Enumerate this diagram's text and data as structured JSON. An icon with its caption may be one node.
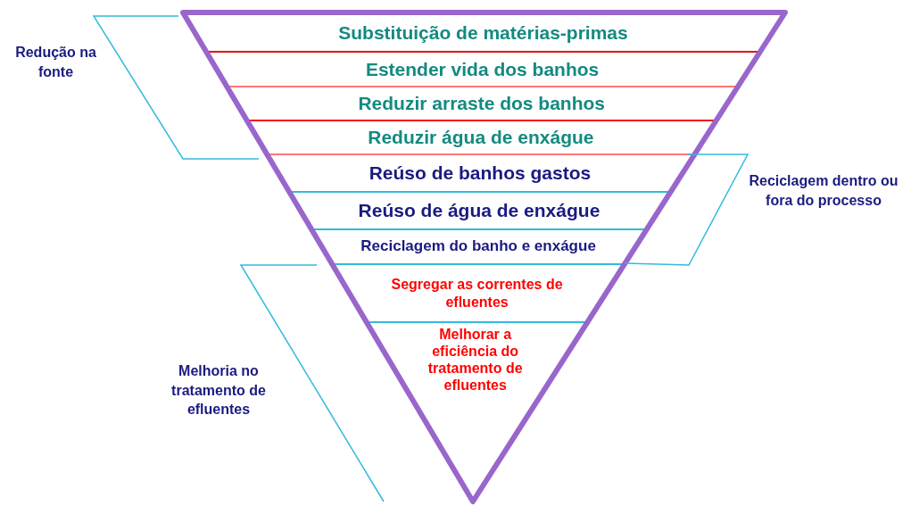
{
  "diagram": {
    "nodes": [
      {
        "text": [
          "Substituição de matérias-primas"
        ]
      },
      {
        "text": [
          "Estender vida dos banhos"
        ]
      },
      {
        "text": [
          "Reduzir arraste dos banhos"
        ]
      },
      {
        "text": [
          "Reduzir água de enxágue"
        ]
      },
      {
        "text": [
          "Reúso de banhos gastos"
        ]
      },
      {
        "text": [
          "Reúso de água de enxágue"
        ]
      },
      {
        "text": [
          "Reciclagem do banho e enxágue"
        ]
      },
      {
        "text": [
          "Segregar as correntes de efluentes"
        ]
      },
      {
        "text": [
          "Melhorar a eficiência do tratamento de efluentes"
        ]
      }
    ],
    "edges": [],
    "labels": [
      "Redução na fonte",
      "Reciclagem dentro ou fora do processo",
      "Melhoria no tratamento de efluentes"
    ]
  }
}
